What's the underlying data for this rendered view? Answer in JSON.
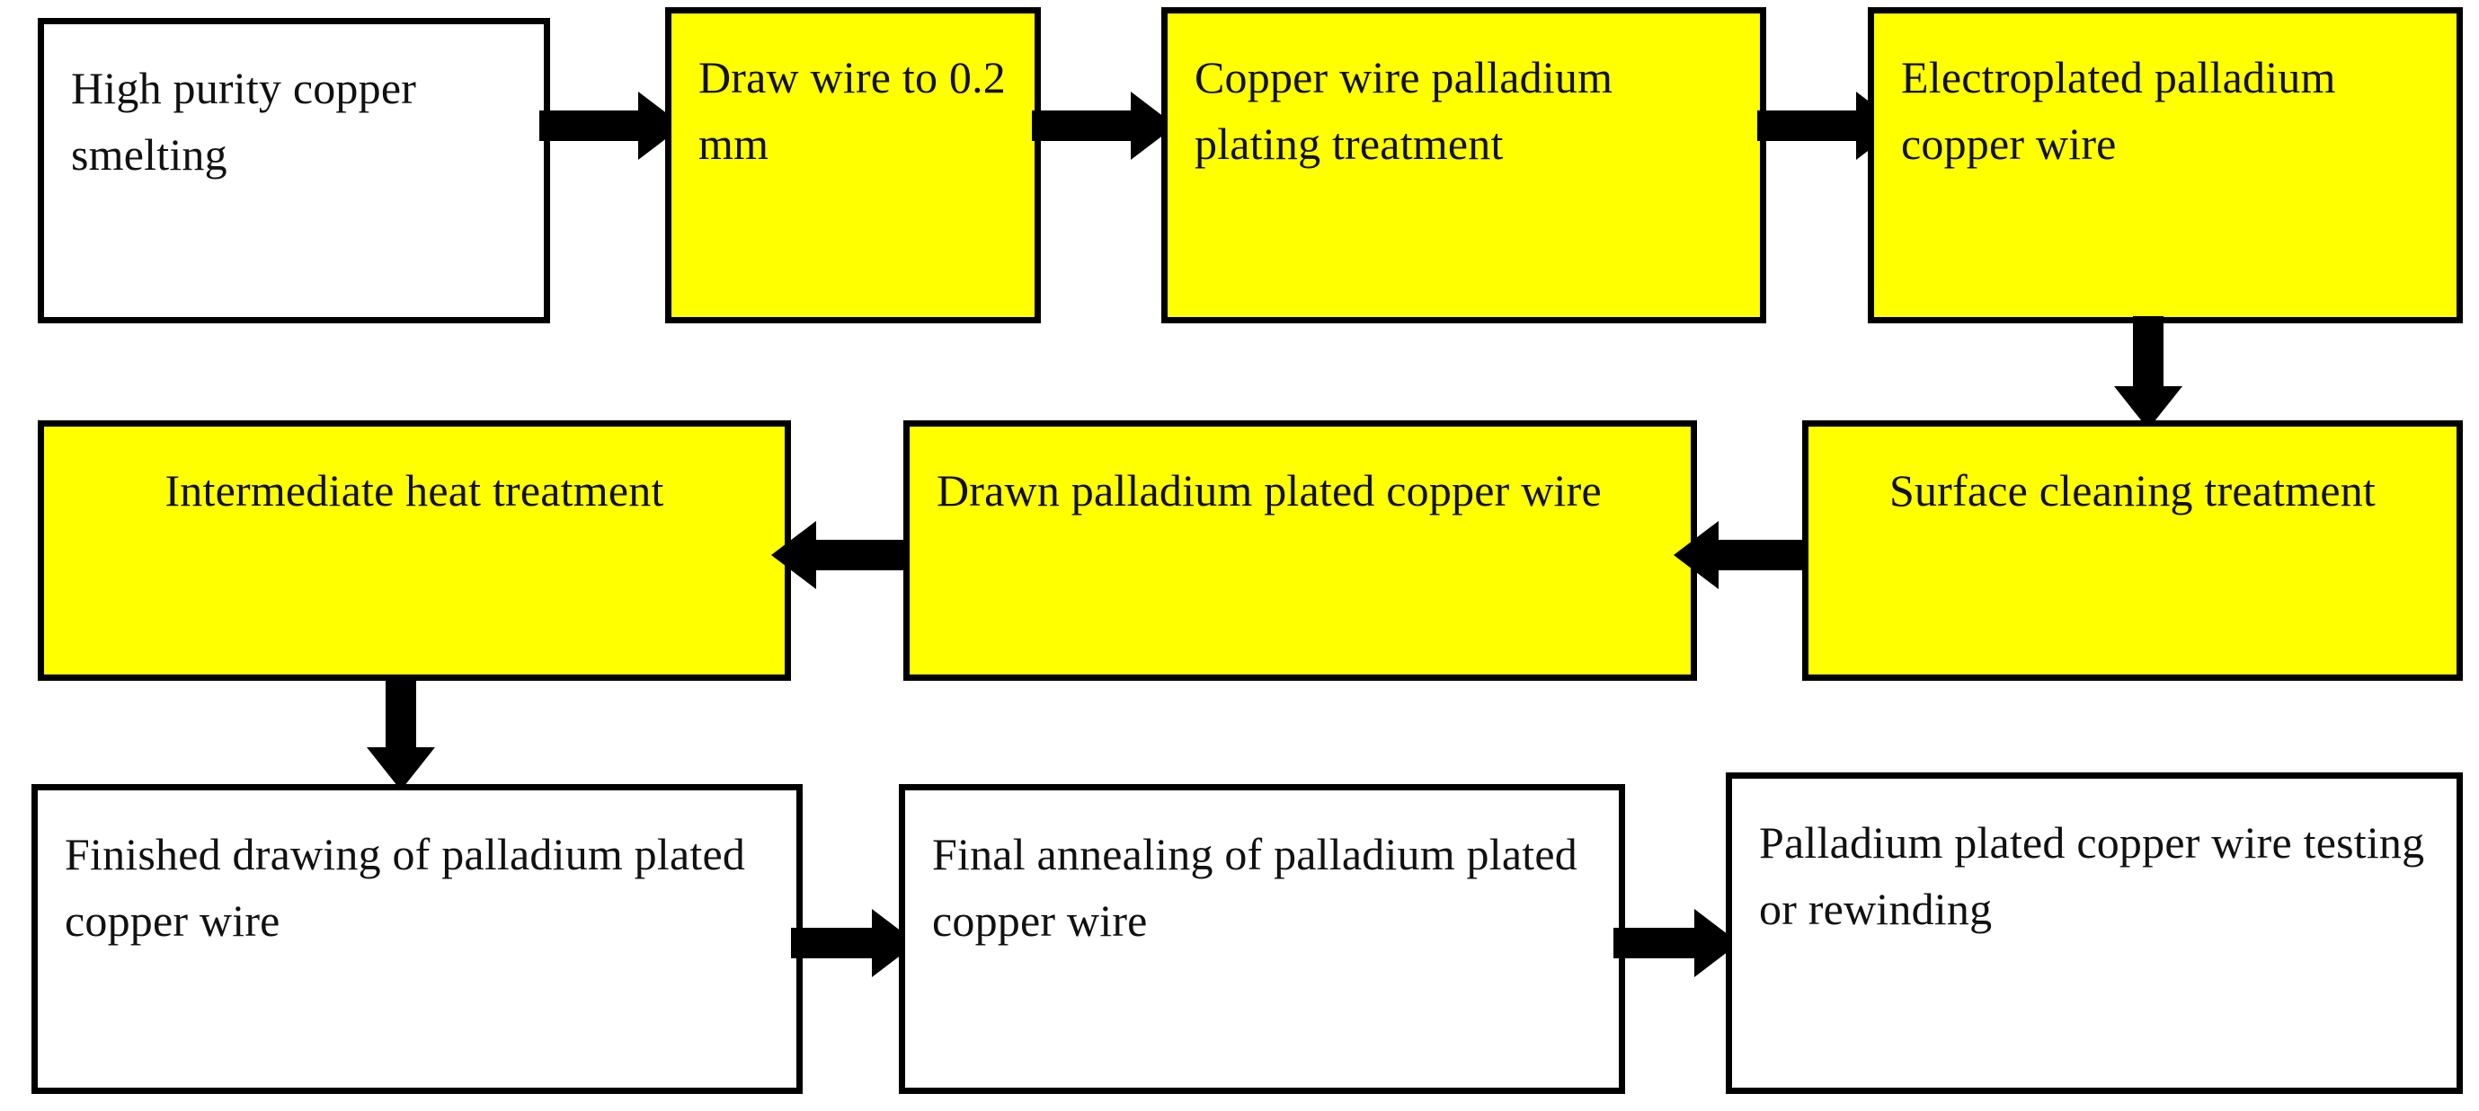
{
  "diagram": {
    "title": "Palladium plated copper wire manufacturing process flowchart",
    "colors": {
      "highlight_fill": "#FFFF00",
      "plain_fill": "#FFFFFF",
      "stroke": "#000000",
      "text": "#111111"
    },
    "nodes": [
      {
        "id": "n1",
        "label": "High purity copper smelting",
        "fill": "#FFFFFF",
        "row": 1,
        "order": 1
      },
      {
        "id": "n2",
        "label": "Draw wire to 0.2 mm",
        "fill": "#FFFF00",
        "row": 1,
        "order": 2
      },
      {
        "id": "n3",
        "label": "Copper wire palladium plating treatment",
        "fill": "#FFFF00",
        "row": 1,
        "order": 3
      },
      {
        "id": "n4",
        "label": "Electroplated palladium copper wire",
        "fill": "#FFFF00",
        "row": 1,
        "order": 4
      },
      {
        "id": "n5",
        "label": "Surface cleaning treatment",
        "fill": "#FFFF00",
        "row": 2,
        "order": 1
      },
      {
        "id": "n6",
        "label": "Drawn palladium plated copper wire",
        "fill": "#FFFF00",
        "row": 2,
        "order": 2
      },
      {
        "id": "n7",
        "label": "Intermediate heat treatment",
        "fill": "#FFFF00",
        "row": 2,
        "order": 3
      },
      {
        "id": "n8",
        "label": "Finished drawing of palladium plated copper wire",
        "fill": "#FFFFFF",
        "row": 3,
        "order": 1
      },
      {
        "id": "n9",
        "label": "Final annealing of palladium plated copper wire",
        "fill": "#FFFFFF",
        "row": 3,
        "order": 2
      },
      {
        "id": "n10",
        "label": "Palladium plated copper wire testing or rewinding",
        "fill": "#FFFFFF",
        "row": 3,
        "order": 3
      }
    ],
    "edges": [
      {
        "from": "n1",
        "to": "n2",
        "direction": "right"
      },
      {
        "from": "n2",
        "to": "n3",
        "direction": "right"
      },
      {
        "from": "n3",
        "to": "n4",
        "direction": "right"
      },
      {
        "from": "n4",
        "to": "n5",
        "direction": "down"
      },
      {
        "from": "n5",
        "to": "n6",
        "direction": "left"
      },
      {
        "from": "n6",
        "to": "n7",
        "direction": "left"
      },
      {
        "from": "n7",
        "to": "n8",
        "direction": "down"
      },
      {
        "from": "n8",
        "to": "n9",
        "direction": "right"
      },
      {
        "from": "n9",
        "to": "n10",
        "direction": "right"
      }
    ]
  }
}
